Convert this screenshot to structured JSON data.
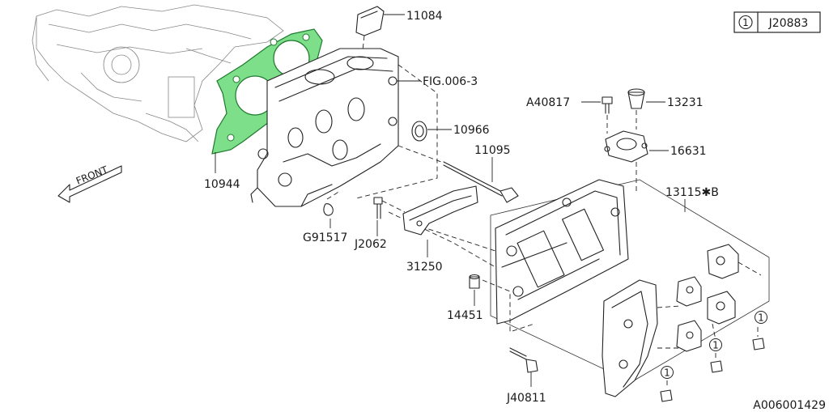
{
  "header": {
    "ref_marker": "1",
    "ref_code": "J20883"
  },
  "front_label": "FRONT",
  "footer_code": "A006001429",
  "callouts": {
    "p11084": "11084",
    "fig": "FIG.006-3",
    "p10966": "10966",
    "p11095": "11095",
    "pA40817": "A40817",
    "p13231": "13231",
    "p16631": "16631",
    "p13115": "13115✱B",
    "p10944": "10944",
    "pG91517": "G91517",
    "pJ2062": "J2062",
    "p31250": "31250",
    "p14451": "14451",
    "pJ40811": "J40811"
  },
  "circle_marker": "1",
  "colors": {
    "gasket": "#7ddf8a",
    "ink": "#222222"
  }
}
